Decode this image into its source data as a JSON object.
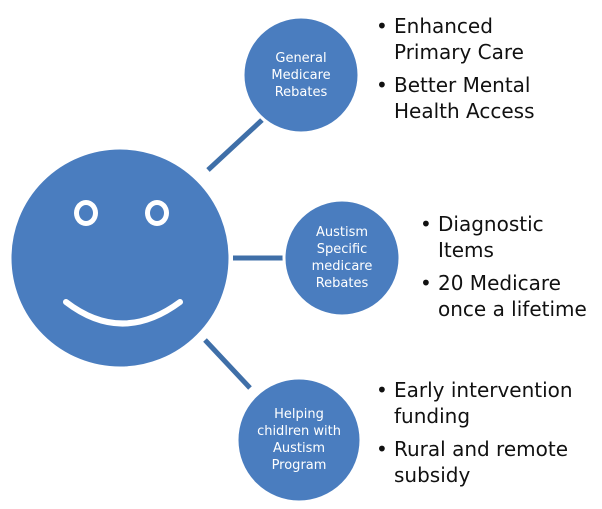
{
  "colors": {
    "circle_fill": "#4a7dbf",
    "circle_stroke": "#ffffff",
    "connector": "#3f6fa8",
    "face_features": "#ffffff",
    "eye_pupil": "#4a7dbf",
    "text": "#111111"
  },
  "center": {
    "kind": "smiley-face"
  },
  "nodes": [
    {
      "id": "general",
      "label": "General\nMedicare\nRebates",
      "bullets": [
        "Enhanced\nPrimary Care",
        "Better  Mental\nHealth Access"
      ]
    },
    {
      "id": "autism",
      "label": "Austism\nSpecific\nmedicare\nRebates",
      "bullets": [
        "Diagnostic Items",
        "20 Medicare\nonce a lifetime"
      ]
    },
    {
      "id": "helping",
      "label": "Helping\nchidlren with\nAustism\nProgram",
      "bullets": [
        "Early intervention\nfunding",
        "Rural and remote\nsubsidy"
      ]
    }
  ]
}
